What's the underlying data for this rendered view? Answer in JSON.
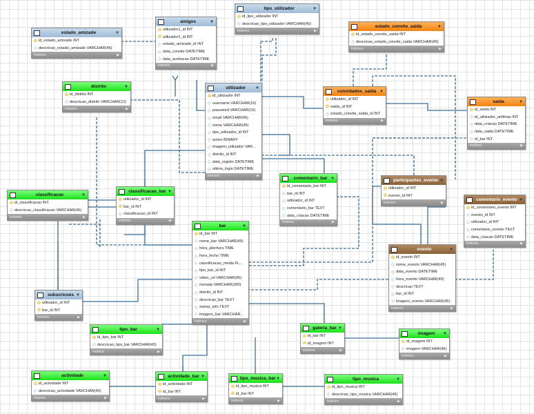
{
  "footer_label": "Indexes",
  "tables": [
    {
      "id": "estado_amizade",
      "title": "estado_amizade",
      "color": "blue",
      "cols": [
        {
          "k": "pk",
          "t": "id_estado_amizade INT"
        },
        {
          "k": "col",
          "t": "descricao_estado_amizade VARCHAR(45)"
        }
      ]
    },
    {
      "id": "amigos",
      "title": "amigos",
      "color": "blue",
      "cols": [
        {
          "k": "pk",
          "t": "utilizador1_id INT"
        },
        {
          "k": "pk",
          "t": "utilizador2_id INT"
        },
        {
          "k": "col",
          "t": "estado_amizade_id INT"
        },
        {
          "k": "col",
          "t": "data_convite DATETIME"
        },
        {
          "k": "col",
          "t": "data_aceitacao DATETIME"
        }
      ]
    },
    {
      "id": "tipo_utilizador",
      "title": "tipo_utilizador",
      "color": "blue",
      "cols": [
        {
          "k": "pk",
          "t": "id_tipo_utilizador INT"
        },
        {
          "k": "col",
          "t": "descricao_tipo_utilizador VARCHAR(45)"
        }
      ]
    },
    {
      "id": "estado_convite_saida",
      "title": "estado_convite_saida",
      "color": "orange",
      "cols": [
        {
          "k": "pk",
          "t": "id_estado_convite_saida INT"
        },
        {
          "k": "col",
          "t": "descricao_estado_convite_saida VARCHAR(45)"
        }
      ]
    },
    {
      "id": "distrito",
      "title": "distrito",
      "color": "green",
      "cols": [
        {
          "k": "pk",
          "t": "id_distrito INT"
        },
        {
          "k": "col",
          "t": "descricao_distrito VARCHAR(12)"
        }
      ]
    },
    {
      "id": "utilizador",
      "title": "utilizador",
      "color": "blue",
      "cols": [
        {
          "k": "pk",
          "t": "id_utilizador INT"
        },
        {
          "k": "col",
          "t": "username VARCHAR(16)"
        },
        {
          "k": "col",
          "t": "password VARCHAR(16)"
        },
        {
          "k": "col",
          "t": "email VARCHAR(45)"
        },
        {
          "k": "col",
          "t": "nome VARCHAR(45)"
        },
        {
          "k": "col",
          "t": "tipo_utilizador_id INT"
        },
        {
          "k": "col",
          "t": "activo BINARY"
        },
        {
          "k": "col",
          "t": "imagem_utilizador VAR..."
        },
        {
          "k": "col",
          "t": "distrito_id INT"
        },
        {
          "k": "col",
          "t": "data_registo DATETIME"
        },
        {
          "k": "col",
          "t": "ultimo_login DATETIME"
        }
      ]
    },
    {
      "id": "convidados_saida",
      "title": "convidados_saida",
      "color": "orange",
      "cols": [
        {
          "k": "pk",
          "t": "utilizador_id INT"
        },
        {
          "k": "pk",
          "t": "saida_id INT"
        },
        {
          "k": "col",
          "t": "estado_convite_saida_id INT"
        }
      ]
    },
    {
      "id": "saida",
      "title": "saida",
      "color": "orange",
      "cols": [
        {
          "k": "pk",
          "t": "id_saida INT"
        },
        {
          "k": "col",
          "t": "id_utilizador_anfitriao INT"
        },
        {
          "k": "col",
          "t": "data_criacao DATETIME"
        },
        {
          "k": "col",
          "t": "data_saida DATETIME"
        },
        {
          "k": "col",
          "t": "id_bar INT"
        }
      ]
    },
    {
      "id": "classificacao",
      "title": "classificacao",
      "color": "green",
      "cols": [
        {
          "k": "pk",
          "t": "id_classificacao INT"
        },
        {
          "k": "col",
          "t": "descricao_classificacao VARCHAR(45)"
        }
      ]
    },
    {
      "id": "classificacao_bar",
      "title": "classificacao_bar",
      "color": "green",
      "cols": [
        {
          "k": "pk",
          "t": "utilizador_id INT"
        },
        {
          "k": "pk",
          "t": "bar_id INT"
        },
        {
          "k": "col",
          "t": "classificacao_id INT"
        }
      ]
    },
    {
      "id": "comentario_bar",
      "title": "comentario_bar",
      "color": "green",
      "cols": [
        {
          "k": "pk",
          "t": "id_comentario_bar INT"
        },
        {
          "k": "col",
          "t": "bar_id INT"
        },
        {
          "k": "col",
          "t": "utilizador_id INT"
        },
        {
          "k": "col",
          "t": "comentario_bar TEXT"
        },
        {
          "k": "col",
          "t": "data_criacao DATETIME"
        }
      ]
    },
    {
      "id": "participantes_evento",
      "title": "participantes_evento",
      "color": "brown",
      "cols": [
        {
          "k": "pk",
          "t": "utilizador_id INT"
        },
        {
          "k": "pk",
          "t": "evento_id INT"
        }
      ]
    },
    {
      "id": "comentario_evento",
      "title": "comentario_evento",
      "color": "brown",
      "cols": [
        {
          "k": "pk",
          "t": "id_comentario_evento INT"
        },
        {
          "k": "col",
          "t": "evento_id INT"
        },
        {
          "k": "col",
          "t": "utilizador_id INT"
        },
        {
          "k": "col",
          "t": "comentario_evento TEXT"
        },
        {
          "k": "col",
          "t": "data_criacao DATETIME"
        }
      ]
    },
    {
      "id": "bar",
      "title": "bar",
      "color": "green",
      "cols": [
        {
          "k": "pk",
          "t": "id_bar INT"
        },
        {
          "k": "col",
          "t": "nome_bar VARCHAR(45)"
        },
        {
          "k": "col",
          "t": "hora_abertura TIME"
        },
        {
          "k": "col",
          "t": "hora_fecho TIME"
        },
        {
          "k": "col",
          "t": "classificacao_media FL..."
        },
        {
          "k": "col",
          "t": "tipo_bar_id INT"
        },
        {
          "k": "col",
          "t": "video_url VARCHAR(45)"
        },
        {
          "k": "col",
          "t": "morada VARCHAR(200)"
        },
        {
          "k": "col",
          "t": "distrito_id INT"
        },
        {
          "k": "col",
          "t": "descricao_bar TEXT"
        },
        {
          "k": "col",
          "t": "outras_info TEXT"
        },
        {
          "k": "col",
          "t": "imagem_bar VARCHAR..."
        }
      ]
    },
    {
      "id": "evento",
      "title": "evento",
      "color": "brown",
      "cols": [
        {
          "k": "pk",
          "t": "id_evento INT"
        },
        {
          "k": "col",
          "t": "nome_evento VARCHAR(45)"
        },
        {
          "k": "col",
          "t": "data_evento DATETIME"
        },
        {
          "k": "col",
          "t": "hora_evento VARCHAR(45)"
        },
        {
          "k": "col",
          "t": "descricao TEXT"
        },
        {
          "k": "col",
          "t": "bar_id INT"
        },
        {
          "k": "col",
          "t": "imagem_evento VARCHAR(45)"
        }
      ]
    },
    {
      "id": "subscricoes",
      "title": "subscricoes",
      "color": "blue",
      "cols": [
        {
          "k": "pk",
          "t": "utilizador_id INT"
        },
        {
          "k": "pk",
          "t": "bar_id INT"
        }
      ]
    },
    {
      "id": "tipo_bar",
      "title": "tipo_bar",
      "color": "green",
      "cols": [
        {
          "k": "pk",
          "t": "id_tipo_bar INT"
        },
        {
          "k": "col",
          "t": "descricao_tipo_bar VARCHAR(45)"
        }
      ]
    },
    {
      "id": "galeria_bar",
      "title": "galeria_bar",
      "color": "green",
      "cols": [
        {
          "k": "pk",
          "t": "id_bar INT"
        },
        {
          "k": "pk",
          "t": "id_imagem INT"
        }
      ]
    },
    {
      "id": "imagem",
      "title": "imagem",
      "color": "green",
      "cols": [
        {
          "k": "pk",
          "t": "id_imagem INT"
        },
        {
          "k": "col",
          "t": "imagem VARCHAR(45)"
        }
      ]
    },
    {
      "id": "actividade",
      "title": "actividade",
      "color": "green",
      "cols": [
        {
          "k": "pk",
          "t": "id_actividade INT"
        },
        {
          "k": "col",
          "t": "descricao_actividade VARCHAR(45)"
        }
      ]
    },
    {
      "id": "actividade_bar",
      "title": "actividade_bar",
      "color": "green",
      "cols": [
        {
          "k": "pk",
          "t": "id_actividade INT"
        },
        {
          "k": "pk",
          "t": "id_bar INT"
        }
      ]
    },
    {
      "id": "tipo_musica_bar",
      "title": "tipo_musica_bar",
      "color": "green",
      "cols": [
        {
          "k": "pk",
          "t": "id_tipo_musica INT"
        },
        {
          "k": "pk",
          "t": "id_bar INT"
        }
      ]
    },
    {
      "id": "tipo_musica",
      "title": "tipo_musica",
      "color": "green",
      "cols": [
        {
          "k": "pk",
          "t": "id_tipo_musica INT"
        },
        {
          "k": "col",
          "t": "descricao_tipo_musica VARCHAR(45)"
        }
      ]
    }
  ]
}
